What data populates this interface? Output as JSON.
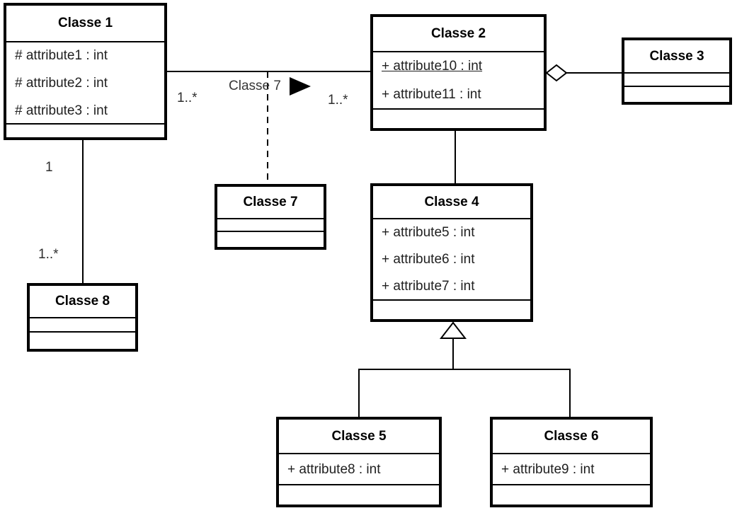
{
  "diagram": {
    "kind": "uml-class-diagram",
    "classes": [
      {
        "name": "Classe 1",
        "attributes": [
          "# attribute1 : int",
          "# attribute2 : int",
          "# attribute3 : int"
        ]
      },
      {
        "name": "Classe 2",
        "attributes": [
          "+ attribute10 : int",
          "+ attribute11 : int"
        ],
        "underlined_attribute": "+ attribute10 : int"
      },
      {
        "name": "Classe 3",
        "attributes": []
      },
      {
        "name": "Classe 4",
        "attributes": [
          "+ attribute5 : int",
          "+ attribute6 : int",
          "+ attribute7 : int"
        ]
      },
      {
        "name": "Classe 5",
        "attributes": [
          "+ attribute8 : int"
        ]
      },
      {
        "name": "Classe 6",
        "attributes": [
          "+ attribute9 : int"
        ]
      },
      {
        "name": "Classe 7",
        "attributes": []
      },
      {
        "name": "Classe 8",
        "attributes": []
      }
    ],
    "relationships": {
      "classe1_classe2": {
        "type": "association",
        "name": "Classe 7",
        "direction_icon": "solid-right-triangle",
        "left_multiplicity": "1..*",
        "right_multiplicity": "1..*",
        "association_class": "Classe 7",
        "association_class_link": "dashed-line"
      },
      "classe2_classe3": {
        "type": "aggregation",
        "diamond_icon": "hollow-diamond"
      },
      "classe2_classe4": {
        "type": "association"
      },
      "classe4_generalization": {
        "type": "generalization",
        "icon": "hollow-triangle",
        "children": [
          "Classe 5",
          "Classe 6"
        ]
      },
      "classe1_classe8": {
        "type": "association",
        "top_multiplicity": "1",
        "bottom_multiplicity": "1..*"
      }
    },
    "colors": {
      "background": "#ffffff",
      "line": "#000000",
      "box_border": "#000000",
      "box_fill": "#ffffff",
      "title_text": "#000000",
      "attribute_text": "#1f1f1f",
      "label_text": "#383838"
    }
  }
}
